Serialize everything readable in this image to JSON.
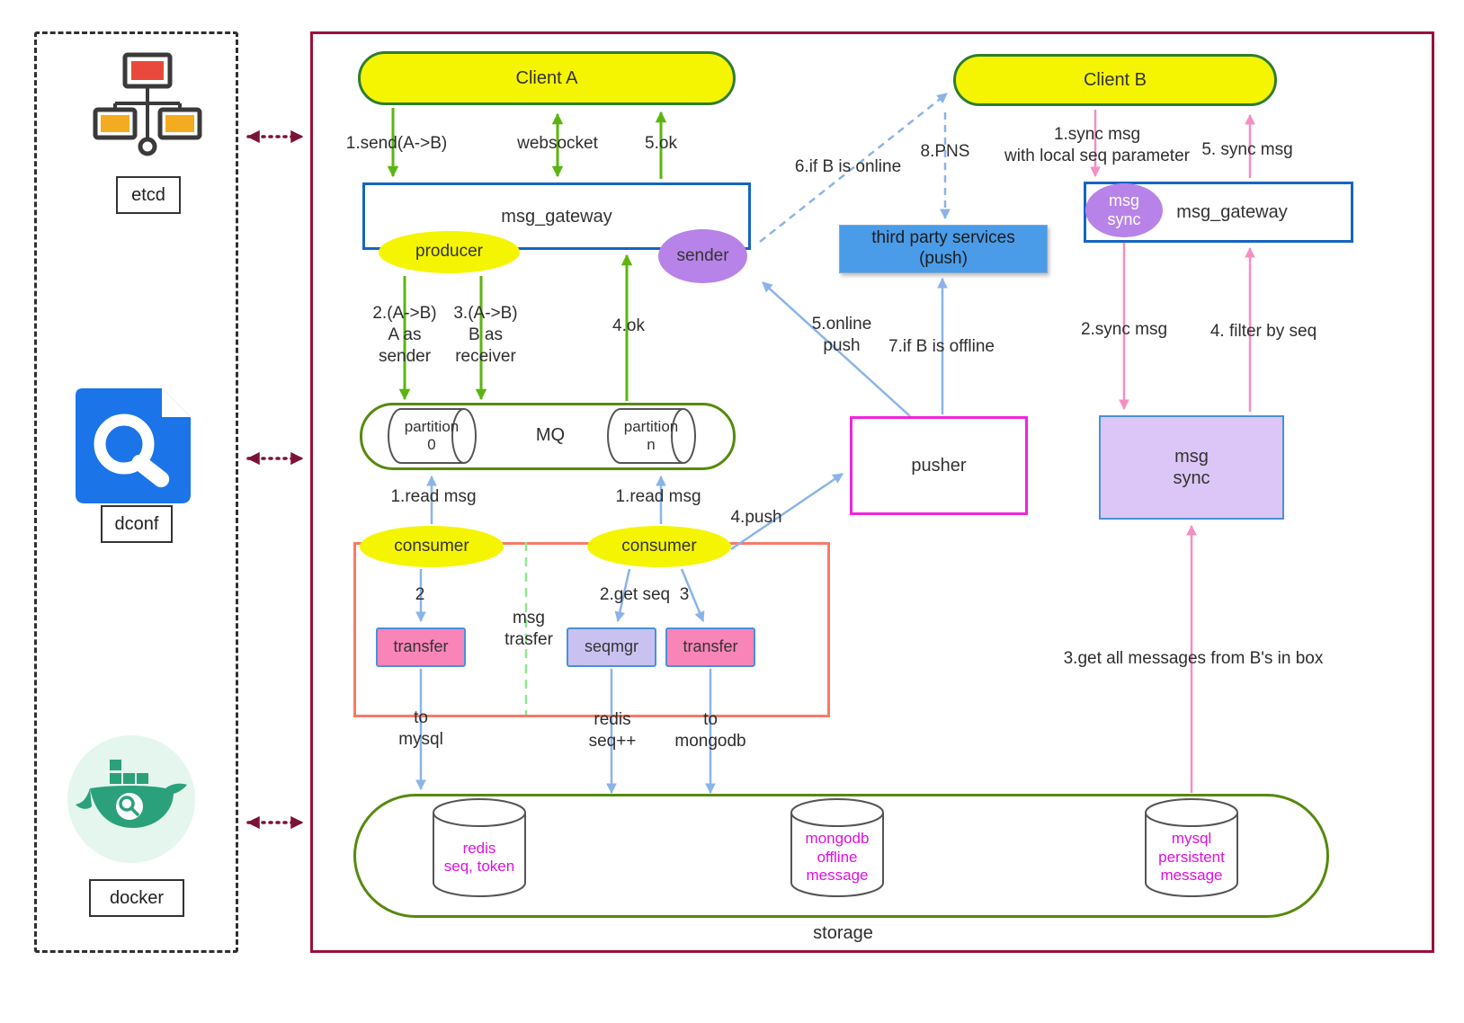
{
  "sidebar": {
    "items": [
      {
        "label": "etcd",
        "icon": "etcd-cluster-icon"
      },
      {
        "label": "dconf",
        "icon": "dconf-wrench-icon"
      },
      {
        "label": "docker",
        "icon": "docker-whale-icon"
      }
    ]
  },
  "nodes": {
    "client_a": "Client A",
    "client_b": "Client B",
    "gateway_left": "msg_gateway",
    "gateway_right": "msg_gateway",
    "producer": "producer",
    "sender": "sender",
    "third_party": "third party services\n(push)",
    "msg_sync_ellipse": "msg\nsync",
    "mq": "MQ",
    "partition_0": "partition\n0",
    "partition_n": "partition\nn",
    "pusher": "pusher",
    "msg_sync_box": "msg\nsync",
    "consumer_left": "consumer",
    "consumer_right": "consumer",
    "msg_transfer_group": "msg\ntrasfer",
    "transfer_left": "transfer",
    "seqmgr": "seqmgr",
    "transfer_right": "transfer",
    "storage": "storage",
    "redis": "redis\nseq, token",
    "mongodb": "mongodb\noffline\nmessage",
    "mysql": "mysql\npersistent\nmessage"
  },
  "edge_labels": {
    "send": "1.send(A->B)",
    "websocket": "websocket",
    "ok5": "5.ok",
    "a_as_sender": "2.(A->B)\nA as\nsender",
    "b_as_receiver": "3.(A->B)\nB as\nreceiver",
    "ok4": "4.ok",
    "read_msg_left": "1.read msg",
    "read_msg_right": "1.read msg",
    "push4": "4.push",
    "step2": "2",
    "get_seq": "2.get seq",
    "step3": "3",
    "to_mysql": "to\nmysql",
    "redis_seq": "redis\nseq++",
    "to_mongodb": "to\nmongodb",
    "online_push": "5.online\npush",
    "if_b_offline": "7.if B is offline",
    "if_b_online": "6.if B is online",
    "pns": "8.PNS",
    "sync_msg_1": "1.sync msg\nwith local seq parameter",
    "sync_msg_5": "5. sync msg",
    "sync_msg_2": "2.sync msg",
    "filter_by_seq": "4. filter by seq",
    "get_all_messages": "3.get all messages from B's in box"
  },
  "colors": {
    "main_border": "#9a1039",
    "green_arrow": "#5cb50f",
    "blue_arrow": "#8ab4e8",
    "pink_arrow": "#f48fc2",
    "maroon_arrow": "#7b1237",
    "green_dashed": "#8fe88f",
    "node_yellow": "#f5f502",
    "node_purple": "#b883e8",
    "node_blue": "#4a9ce8",
    "node_pink": "#f884b8",
    "node_lavender": "#dcc6f7",
    "seqmgr_fill": "#c9c2f0",
    "magenta_text": "#e010e0",
    "blue_border": "#1565c0",
    "green_border": "#568a0e",
    "red_group": "#f87a6a",
    "pusher_border": "#f024dc"
  }
}
